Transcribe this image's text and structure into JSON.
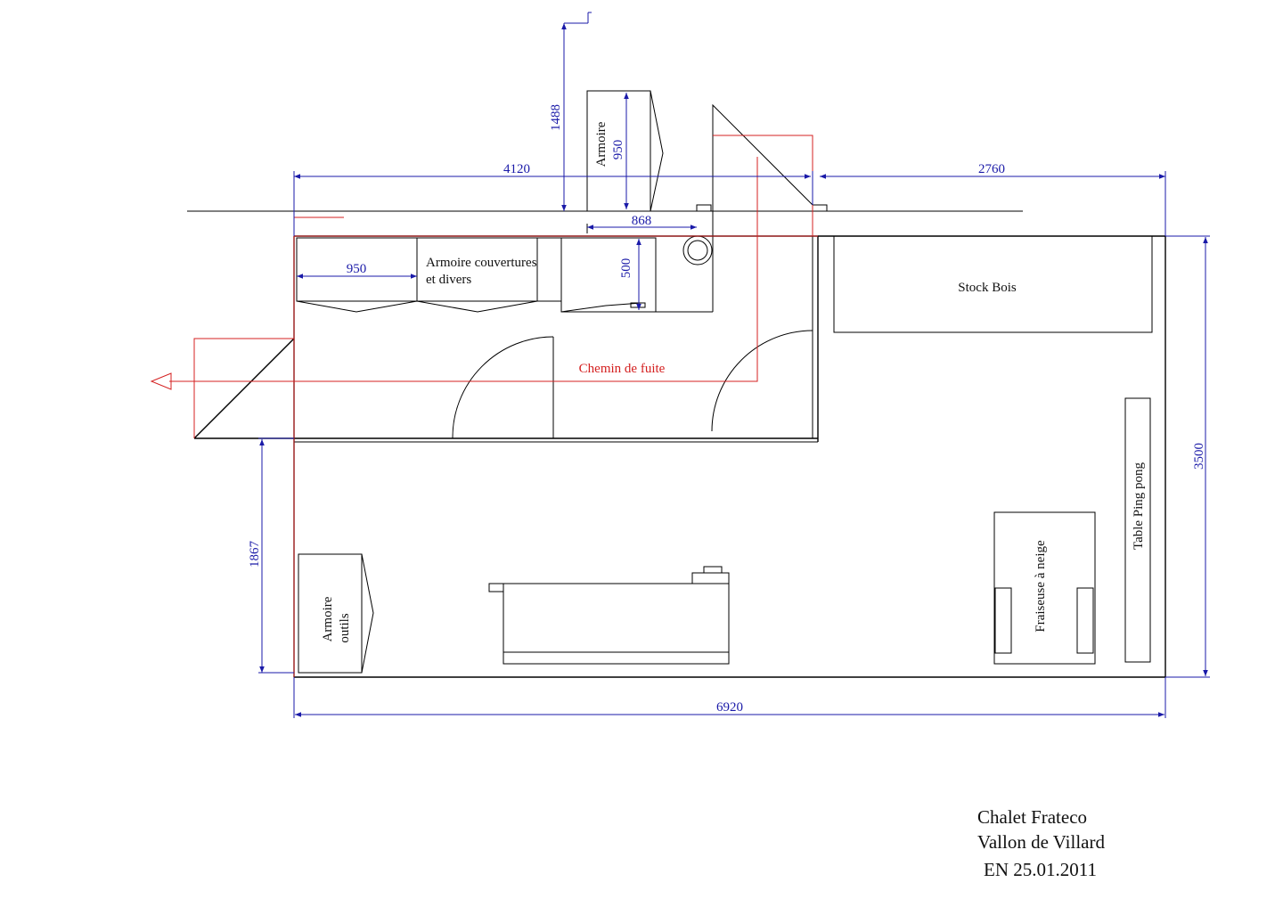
{
  "dimensions": {
    "top_left": "4120",
    "top_right": "2760",
    "vertical_top": "1488",
    "cabinet_depth": "950",
    "cabinet_width": "868",
    "shelf_width": "950",
    "shelf_depth": "500",
    "right_height": "3500",
    "left_height": "1867",
    "bottom_total": "6920"
  },
  "labels": {
    "armoire_top": "Armoire",
    "armoire_couvertures_line1": "Armoire couvertures",
    "armoire_couvertures_line2": "et divers",
    "stock_bois": "Stock Bois",
    "chemin_de_fuite": "Chemin de fuite",
    "table_ping_pong": "Table Ping pong",
    "fraiseuse": "Fraiseuse à neige",
    "armoire_outils_line1": "Armoire",
    "armoire_outils_line2": "outils"
  },
  "title_block": {
    "line1": "Chalet Frateco",
    "line2": "Vallon de Villard",
    "line3": "EN 25.01.2011"
  },
  "colors": {
    "walls": "#000000",
    "dimensions": "#1a1aa8",
    "escape_route": "#d42020"
  }
}
